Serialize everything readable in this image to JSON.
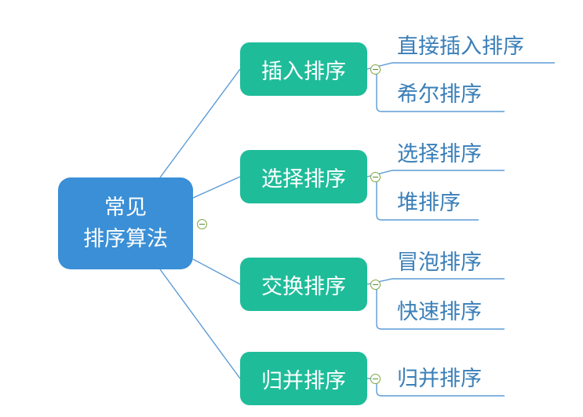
{
  "root": {
    "line1": "常见",
    "line2": "排序算法"
  },
  "branches": [
    {
      "label": "插入排序",
      "children": [
        "直接插入排序",
        "希尔排序"
      ]
    },
    {
      "label": "选择排序",
      "children": [
        "选择排序",
        "堆排序"
      ]
    },
    {
      "label": "交换排序",
      "children": [
        "冒泡排序",
        "快速排序"
      ]
    },
    {
      "label": "归并排序",
      "children": [
        "归并排序"
      ]
    }
  ],
  "colors": {
    "root": "#3a8fd6",
    "branch": "#1fbc9a",
    "connector": "#5b9bd5",
    "leaf_text": "#3a7fb8",
    "collapse_toggle": "#7aa840"
  }
}
